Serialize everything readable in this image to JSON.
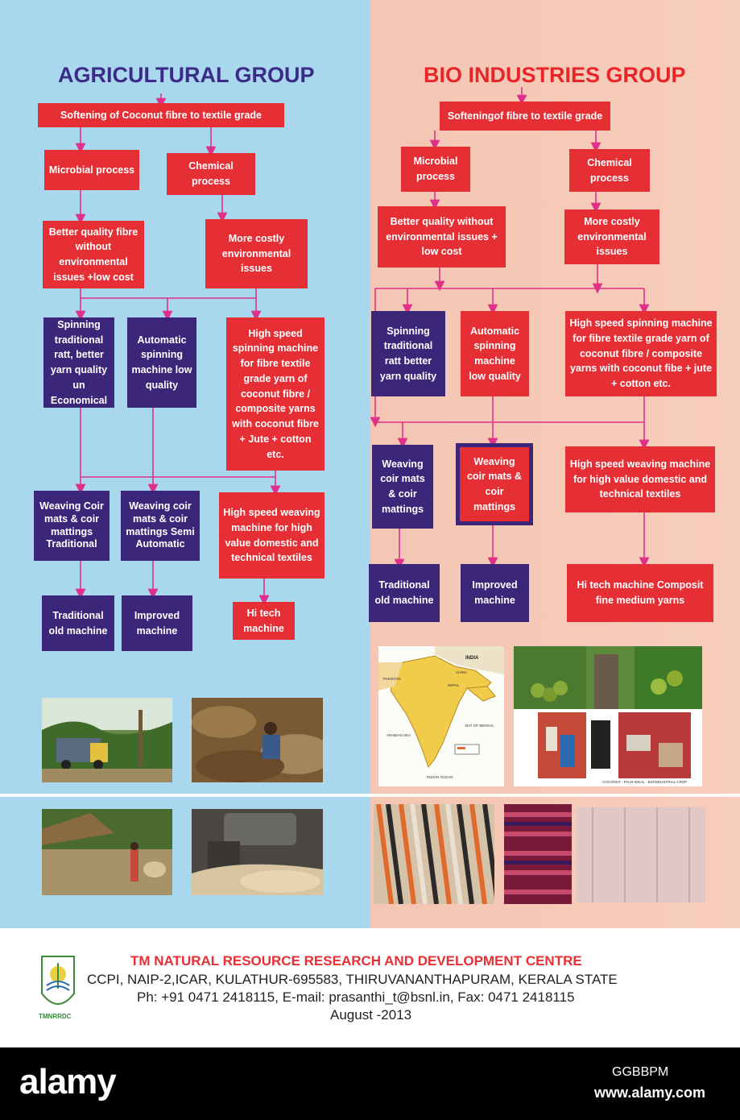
{
  "left": {
    "title": "AGRICULTURAL GROUP",
    "softening": "Softening of Coconut fibre to textile grade",
    "microbial": "Microbial process",
    "chemical": "Chemical process",
    "better_quality": "Better quality  fibre without environmental issues +low cost",
    "more_costly": "More costly environmental issues",
    "spinning_traditional": "Spinning traditional ratt,  better yarn quality un Economical",
    "automatic_spinning": "Automatic spinning machine low quality",
    "high_speed_spinning": "High speed spinning machine for fibre textile grade yarn of coconut fibre / composite yarns with coconut fibre + Jute + cotton etc.",
    "weaving_traditional": "Weaving Coir mats & coir mattings Traditional",
    "weaving_semi": "Weaving coir mats & coir mattings Semi Automatic",
    "high_speed_weaving": "High speed weaving machine for high value domestic  and technical textiles",
    "traditional_old": "Traditional old machine",
    "improved": "Improved machine",
    "hi_tech": "Hi tech machine"
  },
  "right": {
    "title": "BIO INDUSTRIES GROUP",
    "softening": "Softeningof fibre to textile grade",
    "microbial": "Microbial process",
    "chemical": "Chemical process",
    "better_quality": "Better quality without environmental issues + low cost",
    "more_costly": "More costly environmental issues",
    "spinning_traditional": "Spinning traditional ratt better yarn quality",
    "automatic_spinning": "Automatic spinning machine low quality",
    "high_speed_spinning": "High speed spinning machine for fibre textile grade yarn of coconut fibre / composite yarns with coconut fibe + jute + cotton etc.",
    "weaving_coir": "Weaving coir mats & coir mattings",
    "weaving_coir_2": "Weaving coir mats & coir mattings",
    "high_speed_weaving": "High speed weaving machine for high value domestic and technical textiles",
    "traditional_old": "Traditional old machine",
    "improved": "Improved machine",
    "hi_tech": "Hi tech machine Composit fine medium yarns"
  },
  "map": {
    "title": "INDIA",
    "countries": [
      "PAKISTAN",
      "CHINA",
      "NEPAL",
      "ARABIAN SEA",
      "BAY OF BENGAL",
      "INDIAN OCEAN"
    ]
  },
  "collage_caption": "COCONUT - PALM IDEAL - BIOINDUSTRIAL CROP",
  "footer": {
    "logo_text": "TMNRRDC",
    "org": "TM NATURAL RESOURCE RESEARCH AND DEVELOPMENT CENTRE",
    "address": "CCPI, NAIP-2,ICAR, KULATHUR-695583, THIRUVANANTHAPURAM, KERALA STATE",
    "contact": "Ph: +91 0471 2418115, E-mail: prasanthi_t@bsnl.in, Fax: 0471 2418115",
    "date": "August -2013"
  },
  "watermark": {
    "brand": "alamy",
    "image_id": "GGBBPM",
    "url": "www.alamy.com"
  },
  "colors": {
    "left_bg": "#a9d8ee",
    "right_bg": "#f4c6b3",
    "red_box": "#e52f35",
    "purple_box": "#3c2679",
    "arrow": "#e0318a"
  }
}
